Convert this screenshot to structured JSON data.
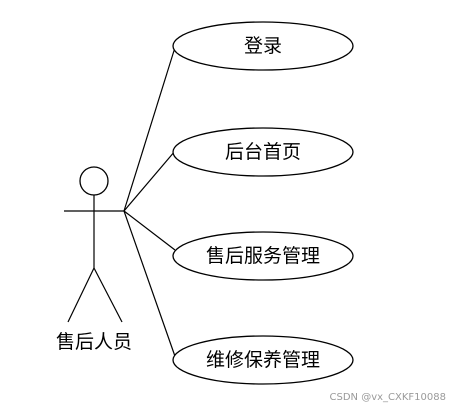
{
  "actor": {
    "label": "售后人员"
  },
  "use_cases": [
    {
      "label": "登录"
    },
    {
      "label": "后台首页"
    },
    {
      "label": "售后服务管理"
    },
    {
      "label": "维修保养管理"
    }
  ],
  "watermark": "CSDN @vx_CXKF10088",
  "colors": {
    "stroke": "#000000",
    "background": "#ffffff",
    "watermark": "#9a9a9a"
  }
}
